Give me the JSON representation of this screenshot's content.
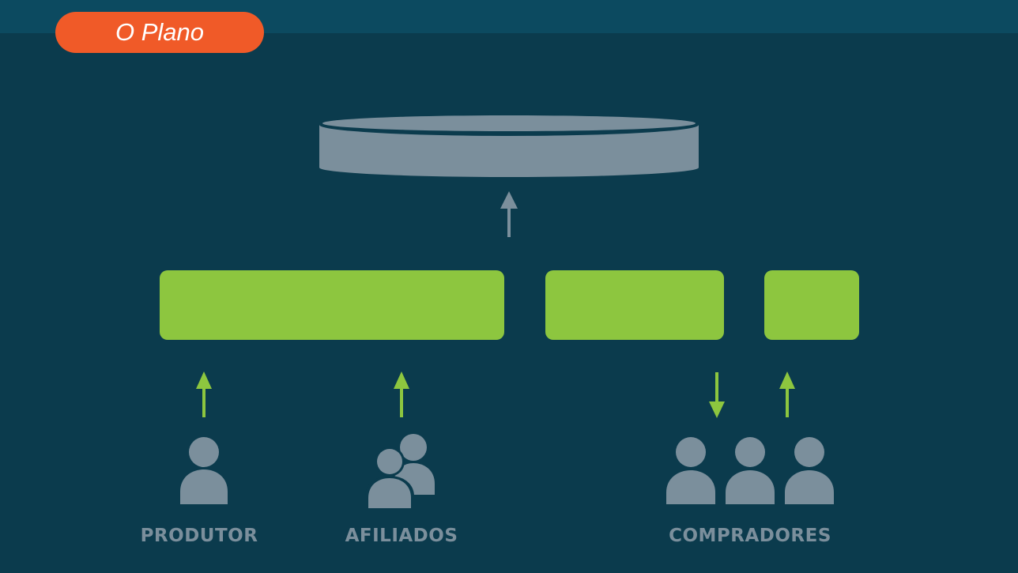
{
  "slide": {
    "title": "O Plano"
  },
  "colors": {
    "background": "#0b3b4d",
    "top_bar": "#0c4a60",
    "title_pill": "#f05a28",
    "block_green": "#8dc63f",
    "arrow_green": "#8dc63f",
    "gray": "#7b8f9c",
    "label_gray": "#7b8f9c"
  },
  "diagram": {
    "top_container": {
      "shape": "disc"
    },
    "blocks": [
      {
        "id": "block-1"
      },
      {
        "id": "block-2"
      },
      {
        "id": "block-3"
      }
    ],
    "groups": [
      {
        "label": "PRODUTOR",
        "icon": "person-icon"
      },
      {
        "label": "AFILIADOS",
        "icon": "people-group-icon"
      },
      {
        "label": "COMPRADORES",
        "icon": "people-group-icon"
      }
    ]
  }
}
